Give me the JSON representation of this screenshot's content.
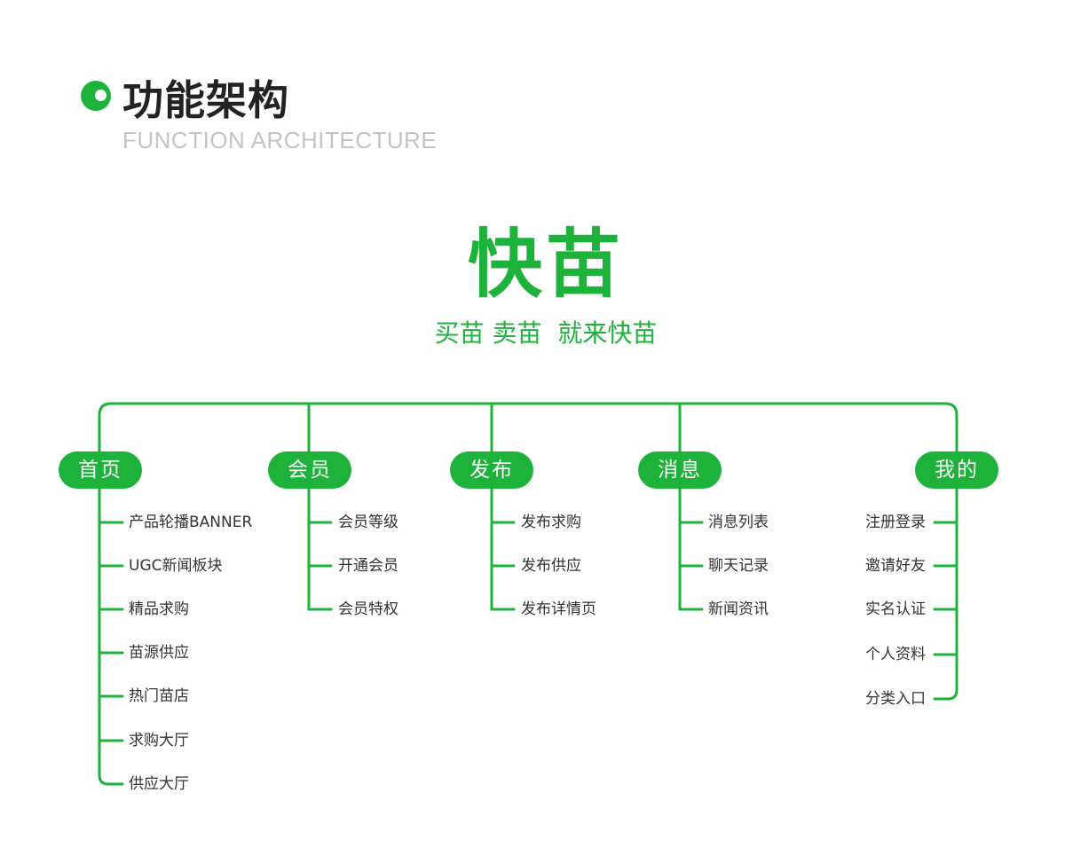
{
  "header": {
    "title": "功能架构",
    "subtitle": "FUNCTION ARCHITECTURE"
  },
  "brand": {
    "logo_text": "快苗",
    "slogan": "买苗 卖苗  就来快苗"
  },
  "colors": {
    "accent": "#1db33b",
    "subtitle_gray": "#c4c4c4",
    "text_dark": "#333333"
  },
  "modules": [
    {
      "label": "首页",
      "items": [
        "产品轮播BANNER",
        "UGC新闻板块",
        "精品求购",
        "苗源供应",
        "热门苗店",
        "求购大厅",
        "供应大厅"
      ]
    },
    {
      "label": "会员",
      "items": [
        "会员等级",
        "开通会员",
        "会员特权"
      ]
    },
    {
      "label": "发布",
      "items": [
        "发布求购",
        "发布供应",
        "发布详情页"
      ]
    },
    {
      "label": "消息",
      "items": [
        "消息列表",
        "聊天记录",
        "新闻资讯"
      ]
    },
    {
      "label": "我的",
      "items": [
        "注册登录",
        "邀请好友",
        "实名认证",
        "个人资料",
        "分类入口"
      ]
    }
  ]
}
